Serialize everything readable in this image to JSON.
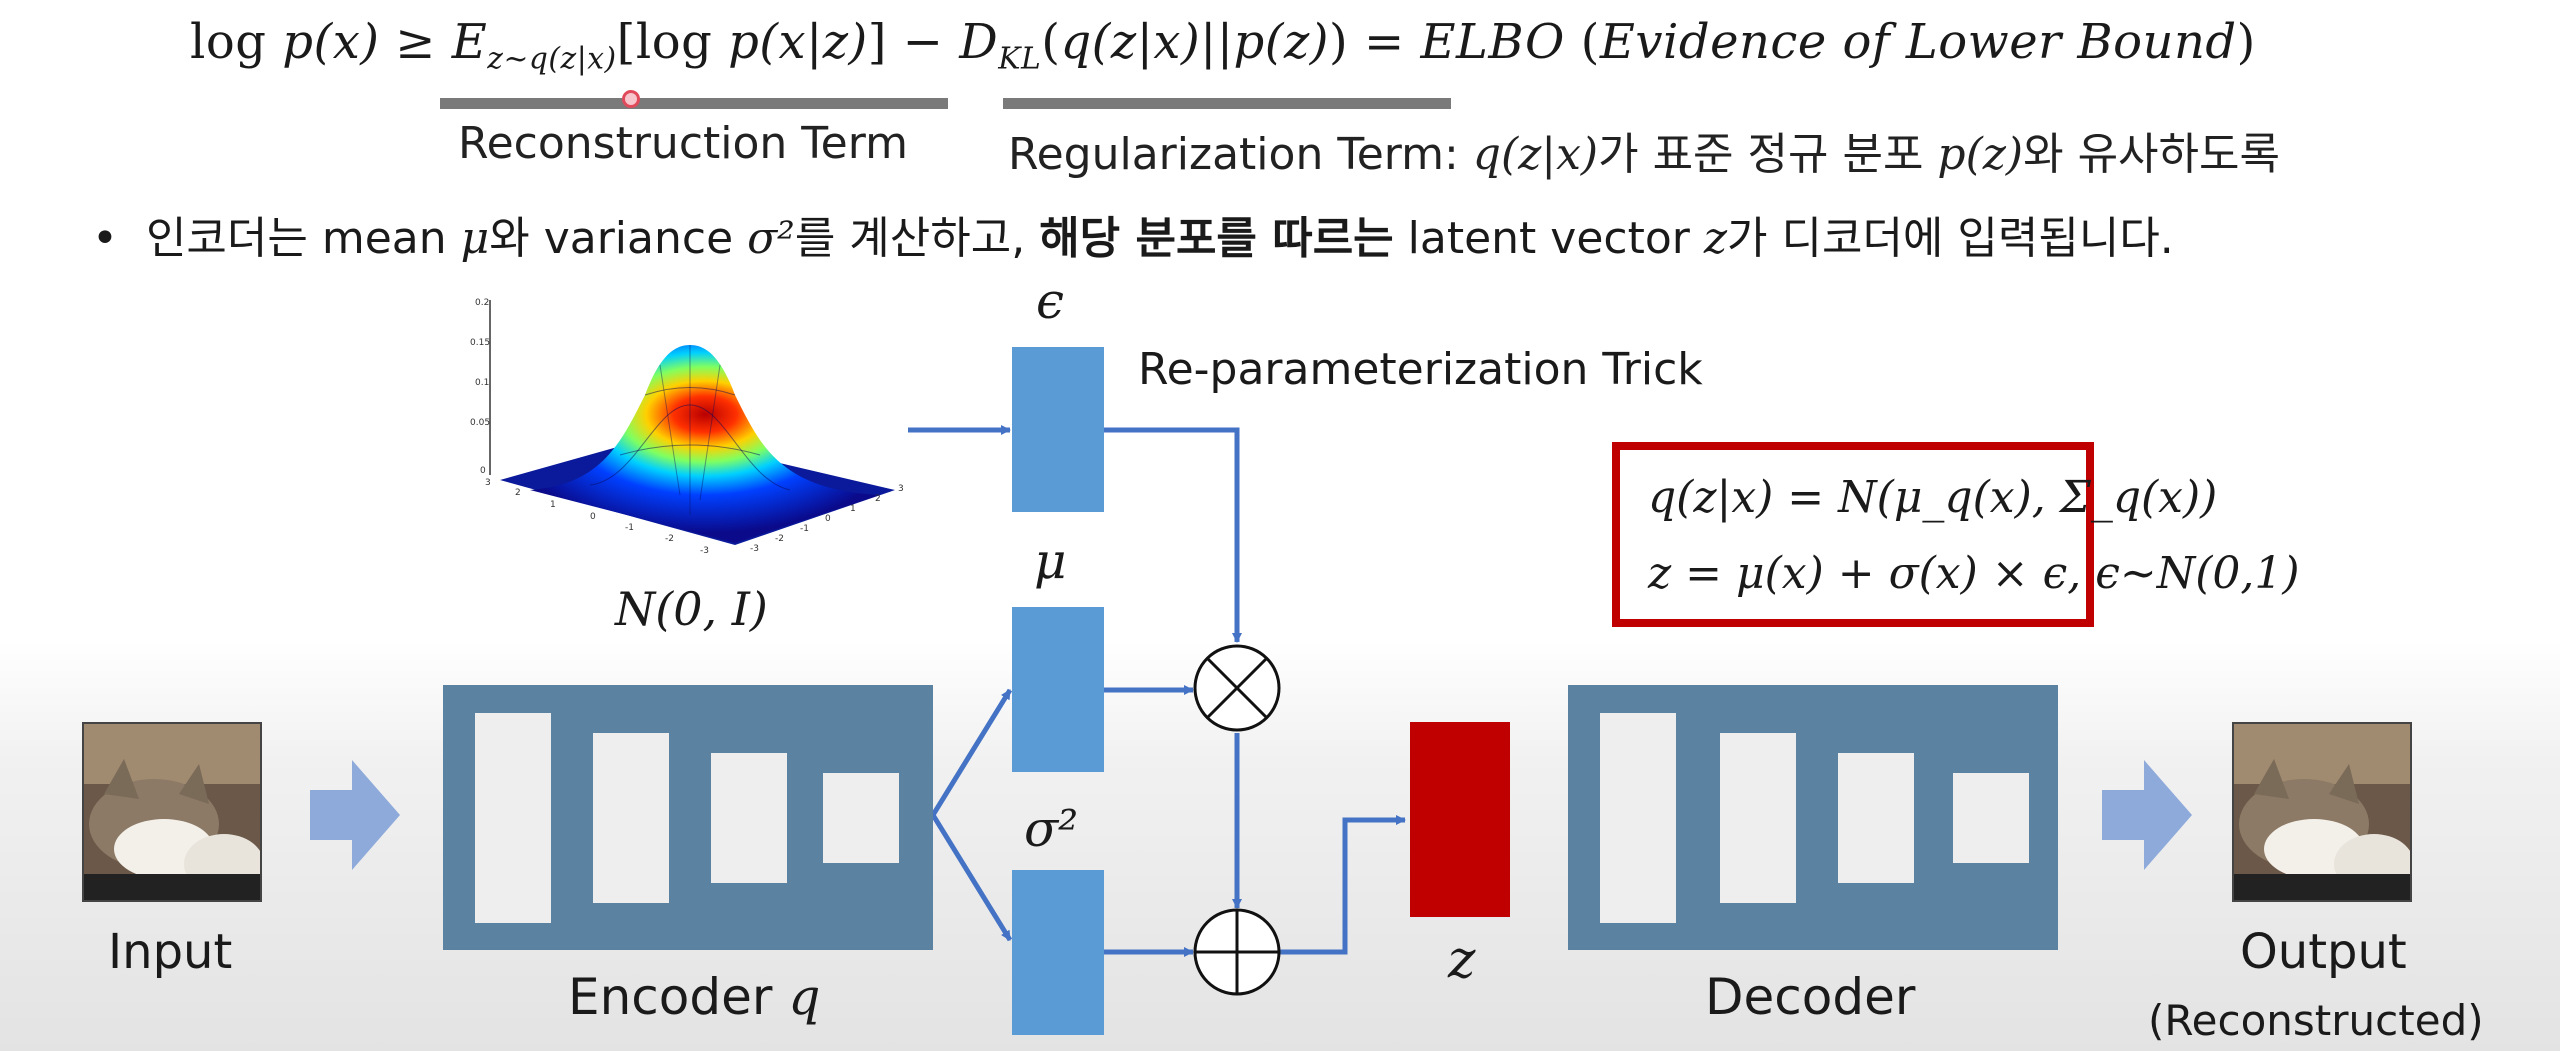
{
  "formula": {
    "main": "log p(x) ≥ E_{z~q(z|x)}[log p(x|z)] − D_KL(q(z|x)||p(z)) = ELBO (Evidence of Lower Bound)",
    "reconstruction_label": "Reconstruction Term",
    "regularization_label_text": "Regularization Term: ",
    "regularization_label_math1": "q(z|x)",
    "regularization_label_korean1": "가 표준 정규 분포 ",
    "regularization_label_math2": "p(z)",
    "regularization_label_korean2": "와 유사하도록"
  },
  "bullet": {
    "marker": "•",
    "part1": "인코더는 mean ",
    "mu": "μ",
    "part2": "와 variance ",
    "sigma2": "σ²",
    "part3": "를 계산하고, ",
    "bold": "해당 분포를 따르는",
    "part4": " latent vector ",
    "z": "z",
    "part5": "가 디코더에 입력됩니다."
  },
  "gaussian_plot": {
    "caption": "N(0, I)",
    "z_ticks": [
      "0.2",
      "0.15",
      "0.1",
      "0.05",
      "0"
    ],
    "x_ticks": [
      "3",
      "2",
      "1",
      "0",
      "-1",
      "-2",
      "-3"
    ],
    "y_ticks": [
      "-3",
      "-2",
      "-1",
      "0",
      "1",
      "2",
      "3"
    ]
  },
  "diagram": {
    "input_label": "Input",
    "encoder_label": "Encoder ",
    "encoder_q": "q",
    "epsilon": "ϵ",
    "mu": "μ",
    "sigma2": "σ²",
    "reparam_label": "Re-parameterization Trick",
    "z_label": "z",
    "decoder_label": "Decoder",
    "output_label": "Output",
    "output_sub": "(Reconstructed)",
    "box_line1": "q(z|x) = N(μ_q(x), Σ_q(x))",
    "box_line2": "z = μ(x) + σ(x) × ϵ,  ϵ~N(0,1)"
  },
  "colors": {
    "block": "#5b82a0",
    "vector": "#5b9bd5",
    "latent": "#c00000",
    "arrow": "#4472c4",
    "input_arrow": "#8eaadb"
  }
}
